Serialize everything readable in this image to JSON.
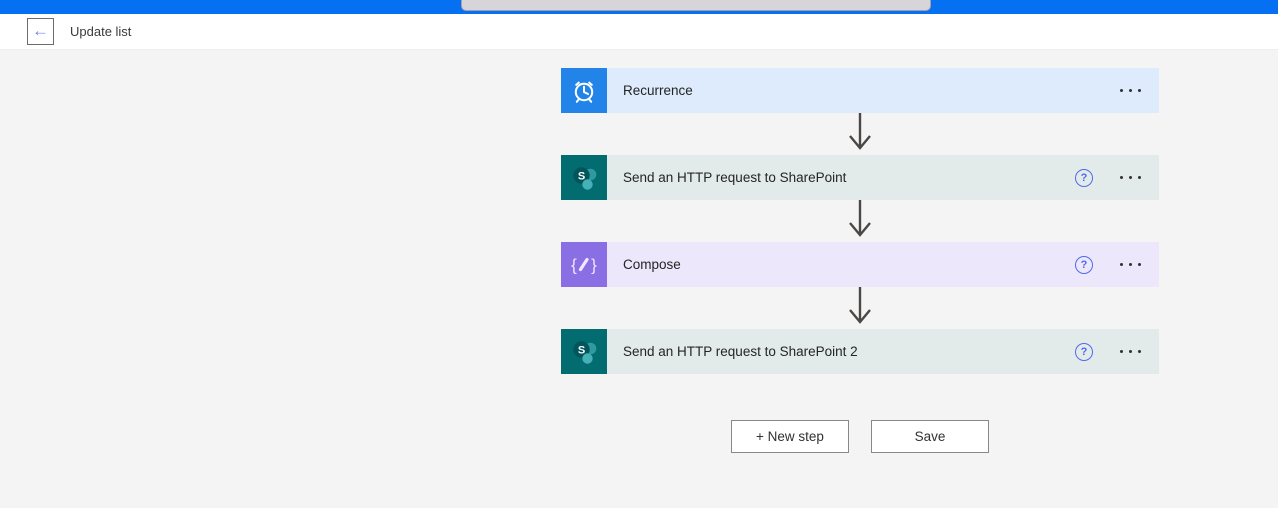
{
  "header": {
    "title": "Update list",
    "back_glyph": "←"
  },
  "flow": {
    "help_glyph": "?",
    "steps": [
      {
        "label": "Recurrence",
        "icon": "recurrence-clock-icon",
        "has_help": false
      },
      {
        "label": "Send an HTTP request to SharePoint",
        "icon": "sharepoint-icon",
        "has_help": true
      },
      {
        "label": "Compose",
        "icon": "compose-icon",
        "has_help": true
      },
      {
        "label": "Send an HTTP request to SharePoint 2",
        "icon": "sharepoint-icon",
        "has_help": true
      }
    ]
  },
  "actions": {
    "new_step_label": "+ New step",
    "save_label": "Save"
  },
  "colors": {
    "top_bar_blue": "#0670F2",
    "recurrence_icon_bg": "#2284E8",
    "recurrence_row_bg": "#DEEBFC",
    "sharepoint_icon_bg": "#036C70",
    "sharepoint_row_bg": "#E3EBEA",
    "compose_icon_bg": "#8A6FE4",
    "compose_row_bg": "#EDE7FB",
    "help_icon_blue": "#4F6BED",
    "back_arrow_indigo": "#7B83E8",
    "canvas_bg": "#F5F4F4"
  }
}
